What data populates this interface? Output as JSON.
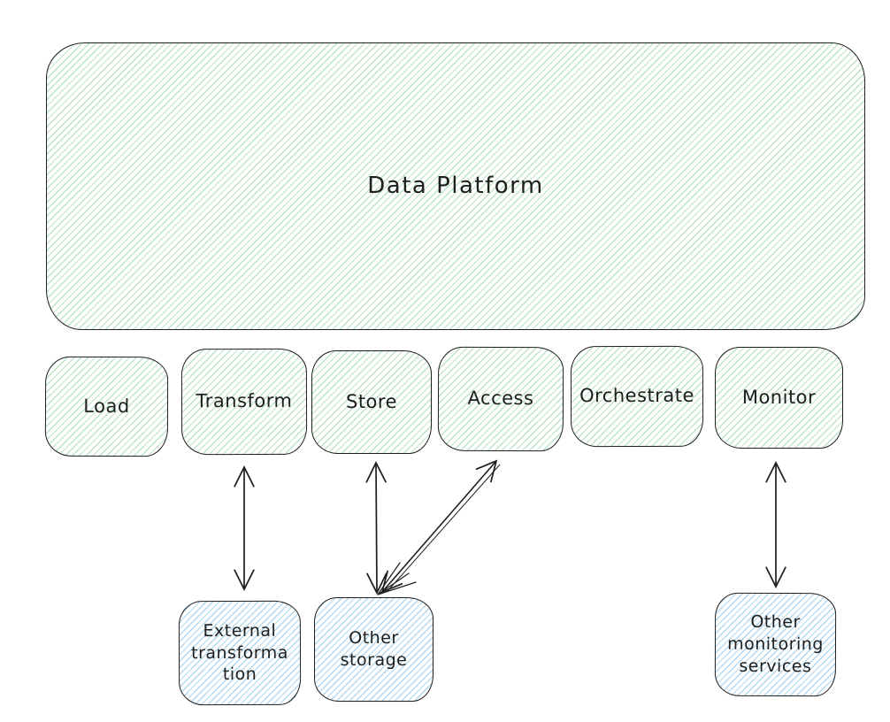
{
  "diagram": {
    "platform": {
      "label": "Data Platform"
    },
    "stages": [
      {
        "label": "Load"
      },
      {
        "label": "Transform"
      },
      {
        "label": "Store"
      },
      {
        "label": "Access"
      },
      {
        "label": "Orchestrate"
      },
      {
        "label": "Monitor"
      }
    ],
    "external_nodes": [
      {
        "label": "External\ntransforma\ntion"
      },
      {
        "label": "Other\nstorage"
      },
      {
        "label": "Other\nmonitoring\nservices"
      }
    ],
    "connections": [
      {
        "from": "Transform",
        "to": "External transformation",
        "bidirectional": true
      },
      {
        "from": "Store",
        "to": "Other storage",
        "bidirectional": true
      },
      {
        "from": "Access",
        "to": "Other storage",
        "bidirectional": true
      },
      {
        "from": "Monitor",
        "to": "Other monitoring services",
        "bidirectional": true
      }
    ],
    "colors": {
      "stroke": "#1e1e1e",
      "hatch_green": "#bee4c8",
      "hatch_blue": "#b4d8ef",
      "bg": "#ffffff"
    }
  }
}
